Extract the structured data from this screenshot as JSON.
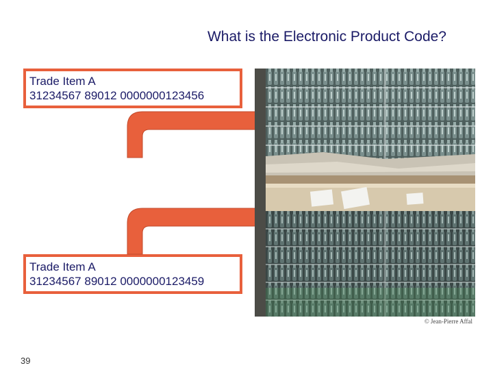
{
  "slide": {
    "title": "What is the Electronic Product Code?",
    "item_top": {
      "line1": "Trade Item A",
      "line2": "31234567 89012 0000000123456"
    },
    "item_bottom": {
      "line1": "Trade Item A",
      "line2": "31234567 89012 0000000123459"
    },
    "photo_credit": "© Jean-Pierre Affal",
    "page_number": "39"
  },
  "colors": {
    "accent": "#e8603c",
    "title_text": "#1a1a66"
  },
  "icons": [
    "bent-arrow-icon"
  ]
}
